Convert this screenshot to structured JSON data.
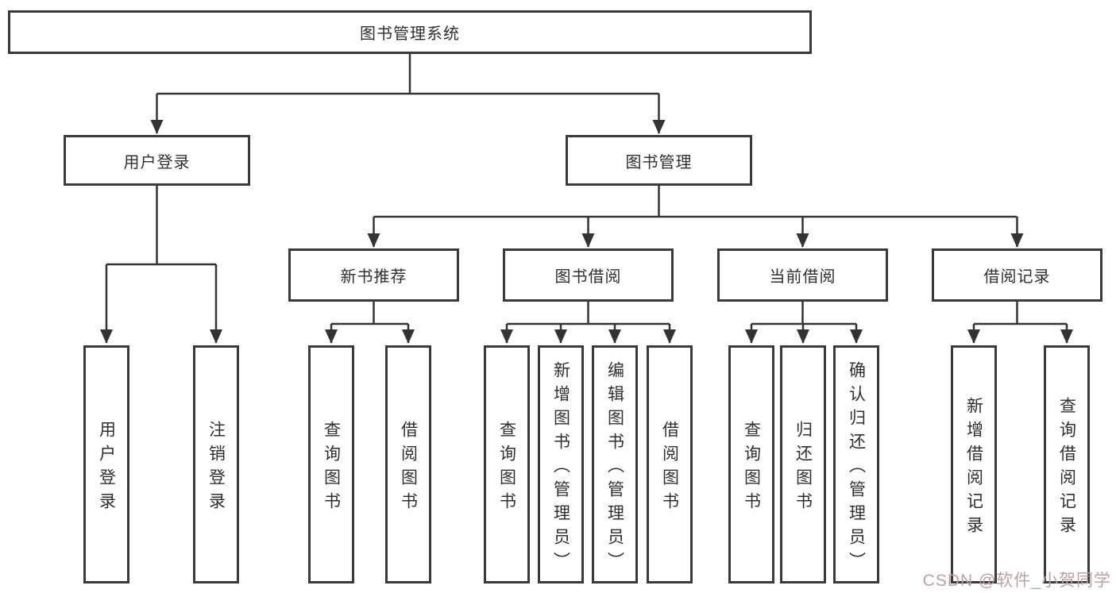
{
  "tree": {
    "label": "图书管理系统",
    "children": [
      {
        "label": "用户登录",
        "children": [
          {
            "label": "用户登录"
          },
          {
            "label": "注销登录"
          }
        ]
      },
      {
        "label": "图书管理",
        "children": [
          {
            "label": "新书推荐",
            "children": [
              {
                "label": "查询图书"
              },
              {
                "label": "借阅图书"
              }
            ]
          },
          {
            "label": "图书借阅",
            "children": [
              {
                "label": "查询图书"
              },
              {
                "label": "新增图书（管理员）"
              },
              {
                "label": "编辑图书（管理员）"
              },
              {
                "label": "借阅图书"
              }
            ]
          },
          {
            "label": "当前借阅",
            "children": [
              {
                "label": "查询图书"
              },
              {
                "label": "归还图书"
              },
              {
                "label": "确认归还（管理员）"
              }
            ]
          },
          {
            "label": "借阅记录",
            "children": [
              {
                "label": "新增借阅记录"
              },
              {
                "label": "查询借阅记录"
              }
            ]
          }
        ]
      }
    ]
  },
  "watermark": {
    "text": "CSDN @软件_小贺同学"
  },
  "colors": {
    "line": "#333333",
    "box_border": "#3a3a3a",
    "background": "#ffffff",
    "watermark": "#c09f9f"
  }
}
